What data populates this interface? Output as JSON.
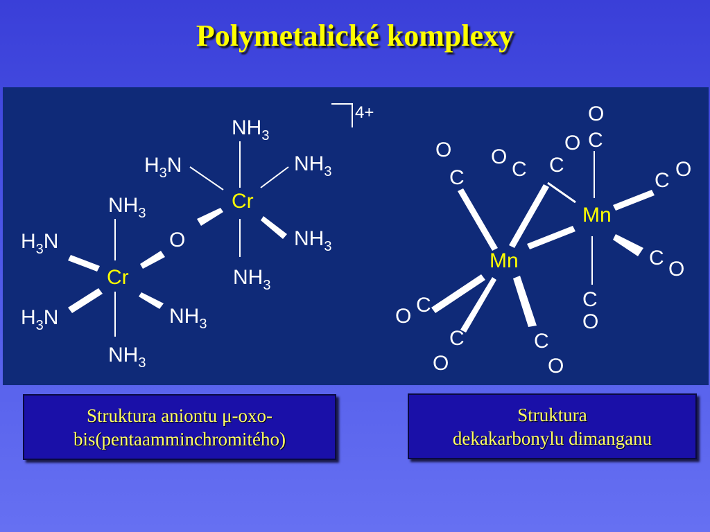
{
  "title": "Polymetalické komplexy",
  "left_structure": {
    "charge": "4+",
    "metal_1": "Cr",
    "metal_2": "Cr",
    "bridge": "O",
    "ligand_nh3": "NH",
    "ligand_h3n_h": "H",
    "ligand_h3n_n": "N",
    "sub": "3"
  },
  "right_structure": {
    "metal_1": "Mn",
    "metal_2": "Mn",
    "C": "C",
    "O": "O"
  },
  "captions": {
    "left_line1": "Struktura aniontu μ-oxo-",
    "left_line2": "bis(pentaamminchromitého)",
    "right_line1": "Struktura",
    "right_line2": "dekakarbonylu dimanganu"
  }
}
